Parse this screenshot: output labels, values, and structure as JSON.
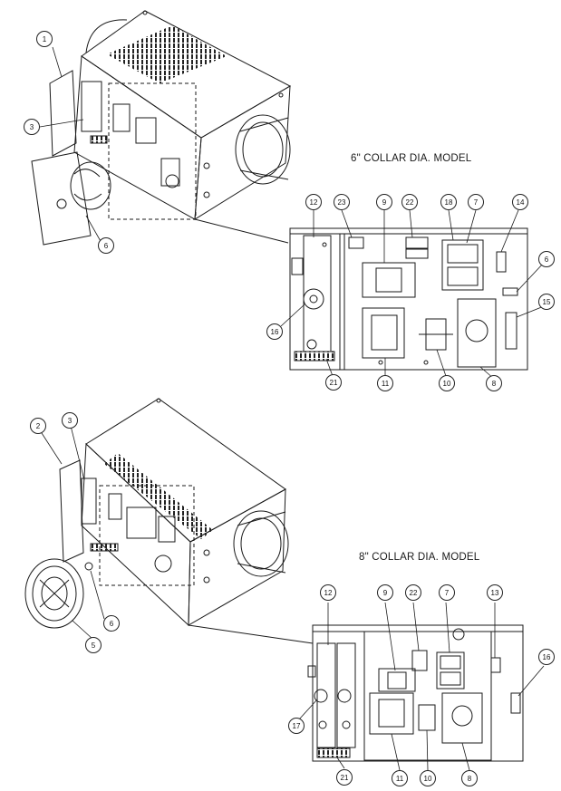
{
  "models": [
    {
      "title": "6\" COLLAR DIA. MODEL",
      "callouts": [
        "1",
        "3",
        "6",
        "12",
        "23",
        "9",
        "22",
        "18",
        "7",
        "14",
        "6",
        "15",
        "16",
        "21",
        "11",
        "10",
        "8"
      ]
    },
    {
      "title": "8\" COLLAR DIA. MODEL",
      "callouts": [
        "2",
        "3",
        "6",
        "5",
        "12",
        "9",
        "22",
        "7",
        "13",
        "16",
        "17",
        "21",
        "11",
        "10",
        "8"
      ]
    }
  ],
  "colors": {
    "line": "#1a1a1a",
    "background": "#ffffff"
  }
}
